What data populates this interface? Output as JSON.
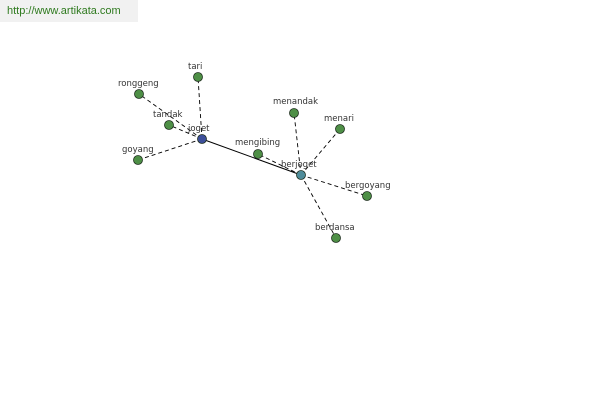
{
  "watermark": {
    "text": "http://www.artikata.com",
    "color": "#2f7a1f"
  },
  "colors": {
    "leaf_node": "#4e8f46",
    "center_node": "#3d4f9a",
    "secondary_hub": "#4f8c9a",
    "node_outline": "#1f2f1f",
    "edge": "#000000"
  },
  "graph": {
    "nodes": [
      {
        "id": "joget",
        "label": "joget",
        "role": "center"
      },
      {
        "id": "berjoget",
        "label": "berjoget",
        "role": "hub"
      },
      {
        "id": "tari",
        "label": "tari",
        "role": "leaf"
      },
      {
        "id": "ronggeng",
        "label": "ronggeng",
        "role": "leaf"
      },
      {
        "id": "tandak",
        "label": "tandak",
        "role": "leaf"
      },
      {
        "id": "goyang",
        "label": "goyang",
        "role": "leaf"
      },
      {
        "id": "mengibing",
        "label": "mengibing",
        "role": "leaf"
      },
      {
        "id": "menandak",
        "label": "menandak",
        "role": "leaf"
      },
      {
        "id": "menari",
        "label": "menari",
        "role": "leaf"
      },
      {
        "id": "bergoyang",
        "label": "bergoyang",
        "role": "leaf"
      },
      {
        "id": "berdansa",
        "label": "berdansa",
        "role": "leaf"
      }
    ],
    "edges": [
      {
        "from": "joget",
        "to": "berjoget",
        "style": "solid"
      },
      {
        "from": "joget",
        "to": "tari",
        "style": "dashed"
      },
      {
        "from": "joget",
        "to": "ronggeng",
        "style": "dashed"
      },
      {
        "from": "joget",
        "to": "tandak",
        "style": "dashed"
      },
      {
        "from": "joget",
        "to": "goyang",
        "style": "dashed"
      },
      {
        "from": "berjoget",
        "to": "mengibing",
        "style": "dashed"
      },
      {
        "from": "berjoget",
        "to": "menandak",
        "style": "dashed"
      },
      {
        "from": "berjoget",
        "to": "menari",
        "style": "dashed"
      },
      {
        "from": "berjoget",
        "to": "bergoyang",
        "style": "dashed"
      },
      {
        "from": "berjoget",
        "to": "berdansa",
        "style": "dashed"
      }
    ]
  }
}
